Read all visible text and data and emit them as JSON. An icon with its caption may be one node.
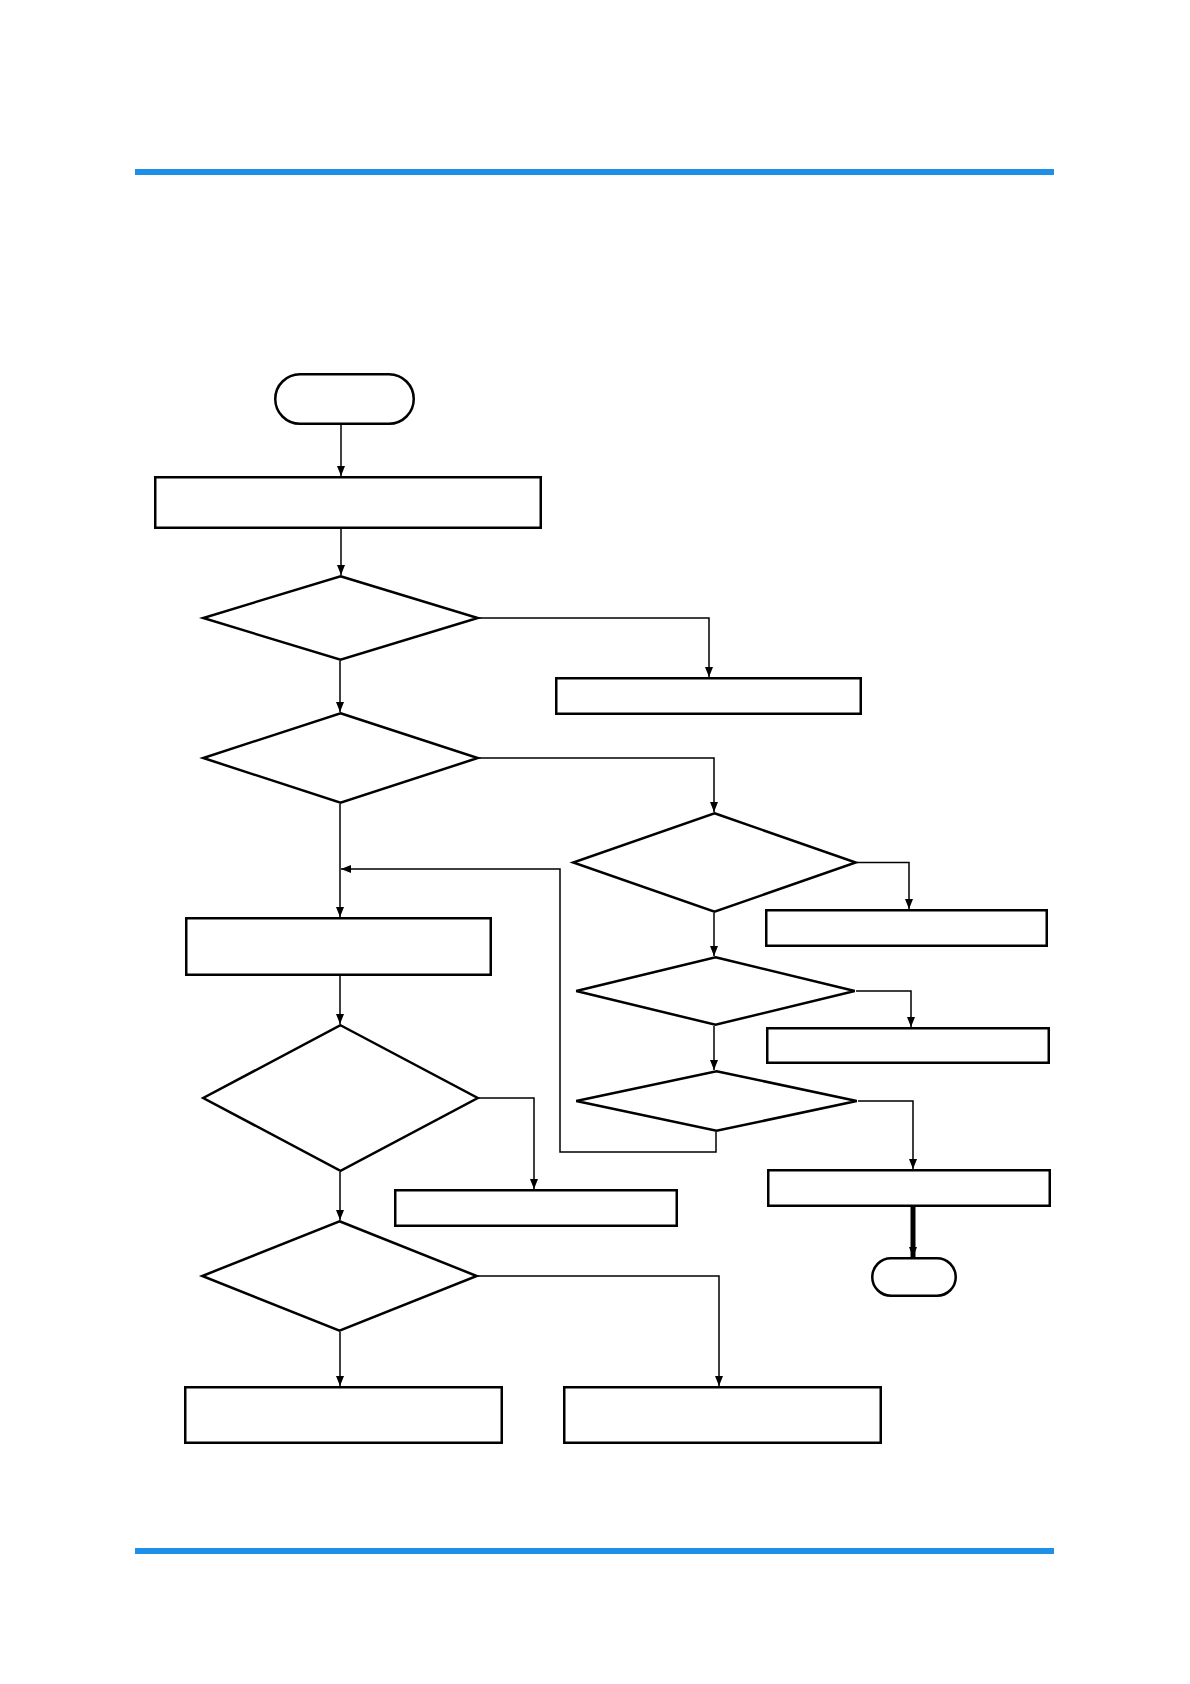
{
  "diagram": {
    "nodes": [
      {
        "text": [],
        "shape": "stadium"
      },
      {
        "text": [],
        "shape": "box"
      },
      {
        "text": [],
        "shape": "diamond"
      },
      {
        "text": [],
        "shape": "box"
      },
      {
        "text": [],
        "shape": "diamond"
      },
      {
        "text": [],
        "shape": "diamond"
      },
      {
        "text": [],
        "shape": "box"
      },
      {
        "text": [],
        "shape": "box"
      },
      {
        "text": [],
        "shape": "diamond"
      },
      {
        "text": [],
        "shape": "box"
      },
      {
        "text": [],
        "shape": "diamond"
      },
      {
        "text": [],
        "shape": "diamond"
      },
      {
        "text": [],
        "shape": "box"
      },
      {
        "text": [],
        "shape": "box"
      },
      {
        "text": [],
        "shape": "stadium"
      },
      {
        "text": [],
        "shape": "diamond"
      },
      {
        "text": [],
        "shape": "box"
      },
      {
        "text": [],
        "shape": "box"
      }
    ],
    "edges": [
      {
        "from": 0,
        "to": 1,
        "arrow": "to"
      },
      {
        "from": 1,
        "to": 2,
        "arrow": "to"
      },
      {
        "from": 2,
        "to": 3,
        "arrow": "to"
      },
      {
        "from": 2,
        "to": 4,
        "arrow": "to"
      },
      {
        "from": 4,
        "to": 5,
        "arrow": "to"
      },
      {
        "from": 4,
        "to": 7,
        "arrow": "to"
      },
      {
        "from": 5,
        "to": 6,
        "arrow": "to"
      },
      {
        "from": 5,
        "to": 8,
        "arrow": "to"
      },
      {
        "from": 8,
        "to": 9,
        "arrow": "to"
      },
      {
        "from": 8,
        "to": 11,
        "arrow": "to"
      },
      {
        "from": 11,
        "to": 12,
        "arrow": "to"
      },
      {
        "from": 11,
        "to": 7,
        "arrow": "to"
      },
      {
        "from": 12,
        "to": 14,
        "arrow": "to",
        "style": "thick"
      },
      {
        "from": 7,
        "to": 10,
        "arrow": "to"
      },
      {
        "from": 10,
        "to": 13,
        "arrow": "to"
      },
      {
        "from": 10,
        "to": 15,
        "arrow": "to"
      },
      {
        "from": 15,
        "to": 16,
        "arrow": "to"
      },
      {
        "from": 15,
        "to": 17,
        "arrow": "to"
      }
    ]
  }
}
